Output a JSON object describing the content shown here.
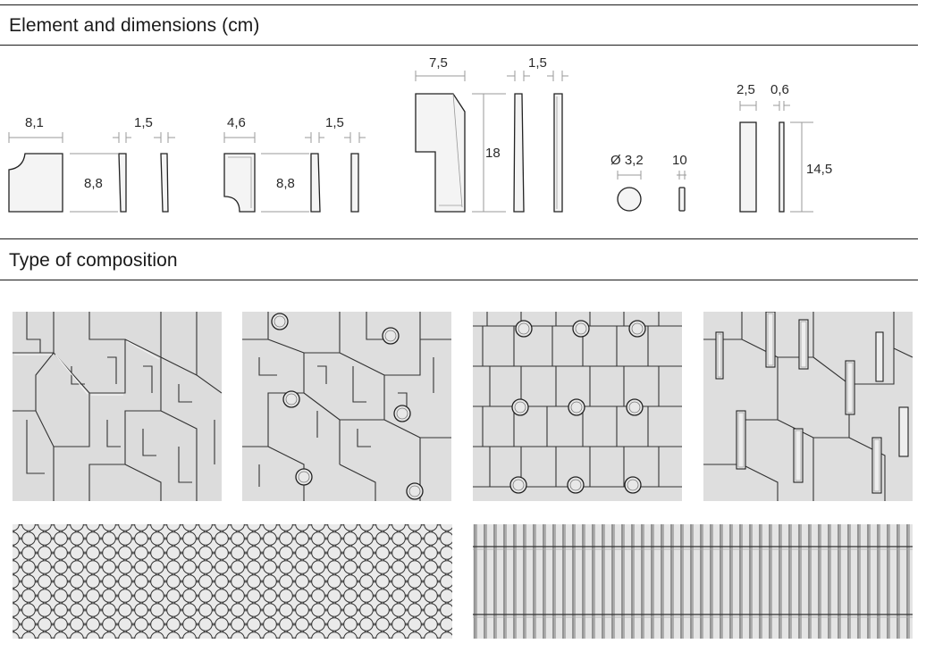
{
  "sections": {
    "elements_title": "Element and dimensions (cm)",
    "composition_title": "Type of composition"
  },
  "dimensions": {
    "el1_width": "8,1",
    "el1_height": "8,8",
    "el1_thickness": "1,5",
    "el2_width": "4,6",
    "el2_height": "8,8",
    "el2_thickness": "1,5",
    "el3_width": "7,5",
    "el3_height": "18",
    "el3_thickness": "1,5",
    "el4_diameter": "Ø 3,2",
    "el4_thickness": "10",
    "el5_width": "2,5",
    "el5_thickness": "0,6",
    "el5_height": "14,5"
  }
}
